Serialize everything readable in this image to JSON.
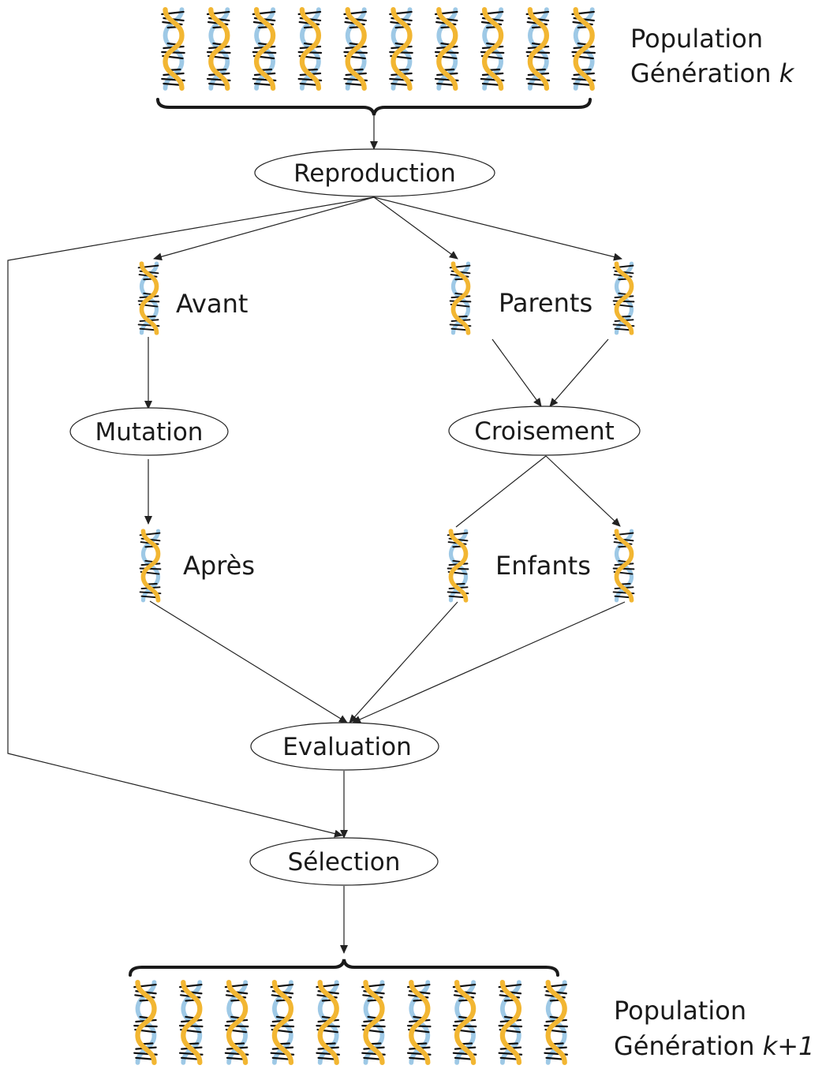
{
  "population_top": {
    "line1": "Population",
    "line2_prefix": "Génération ",
    "line2_var": "k",
    "count": 10
  },
  "population_bottom": {
    "line1": "Population",
    "line2_prefix": "Génération ",
    "line2_var": "k+1",
    "count": 10
  },
  "nodes": {
    "reproduction": "Reproduction",
    "mutation": "Mutation",
    "croisement": "Croisement",
    "evaluation": "Evaluation",
    "selection": "Sélection"
  },
  "labels": {
    "avant": "Avant",
    "apres": "Après",
    "parents": "Parents",
    "enfants": "Enfants"
  },
  "colors": {
    "strand_gold": "#F2B632",
    "strand_blue": "#9EC9E6",
    "rungs": "#111111",
    "lines": "#222222"
  }
}
